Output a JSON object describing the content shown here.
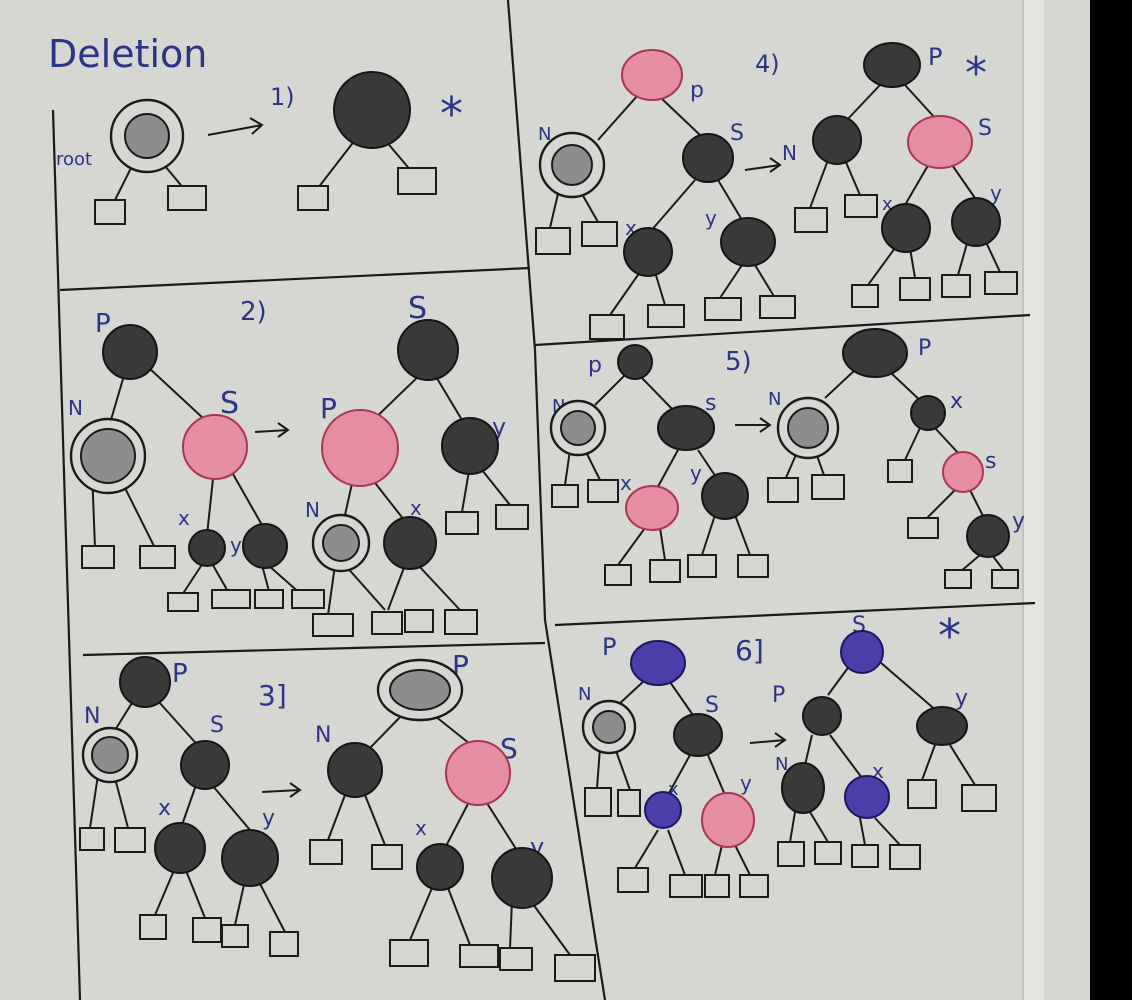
{
  "title": "Deletion",
  "case_labels": [
    "1)",
    "2)",
    "3]",
    "4)",
    "5)",
    "6]"
  ],
  "root_label": "root",
  "star": "*",
  "node_letters": {
    "p": "P",
    "s": "S",
    "n": "N",
    "x": "X",
    "y": "Y",
    "p_lower": "p",
    "s_lower": "s",
    "x_lower": "x",
    "y_lower": "y"
  },
  "colors": {
    "board": "#d6d7d2",
    "black_node": "#3a3a3a",
    "red_node": "#e58ea3",
    "purple_node": "#4a3fa8",
    "marker_blue": "#2c3585"
  }
}
